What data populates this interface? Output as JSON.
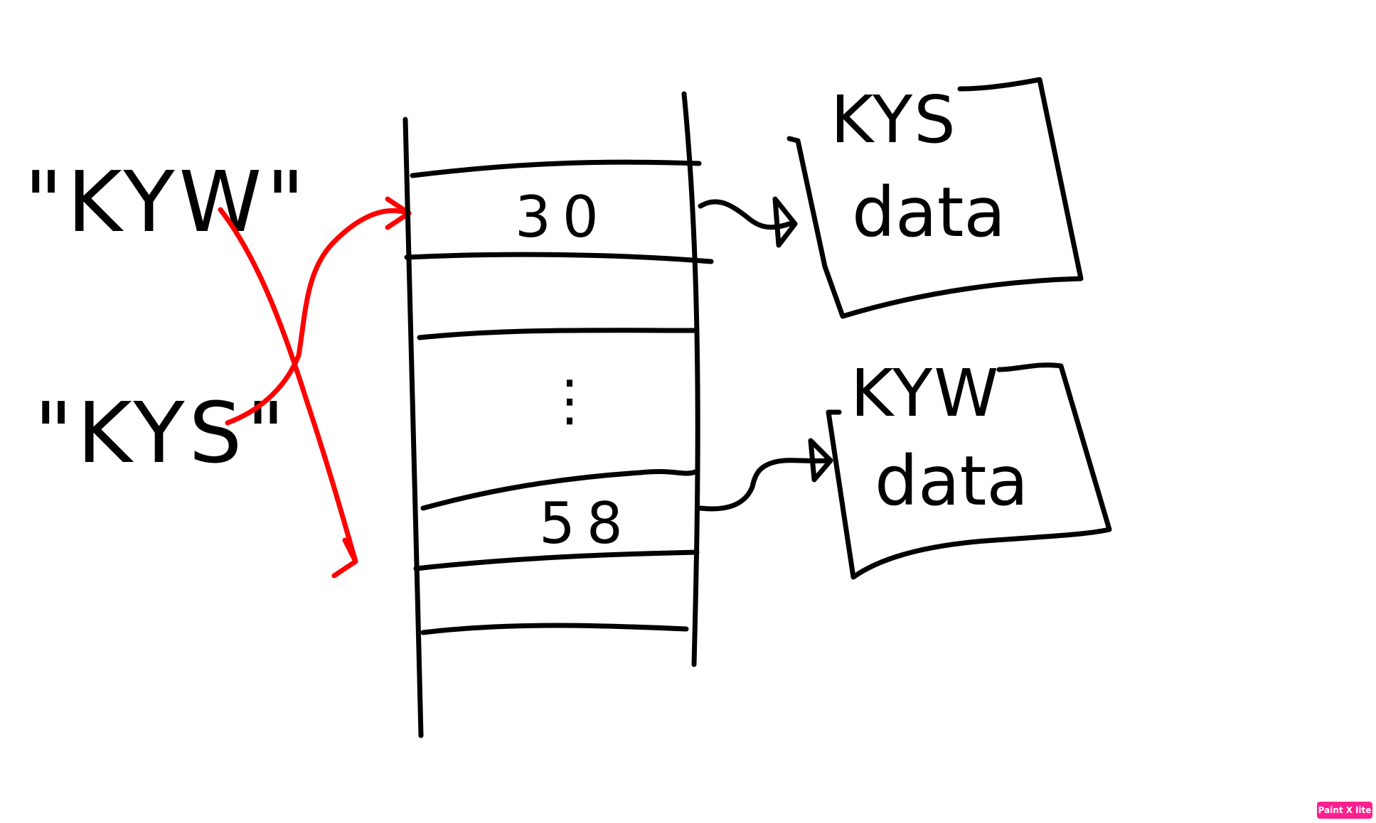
{
  "keys": {
    "kyw": "\"KYW\"",
    "kys": "\"KYS\""
  },
  "table": {
    "slot_top": "30",
    "slot_bottom": "58",
    "ellipsis": "⋮"
  },
  "records": {
    "kys": {
      "title": "KYS",
      "body": "data"
    },
    "kyw": {
      "title": "KYW",
      "body": "data"
    }
  },
  "watermark": "Paint X lite",
  "colors": {
    "ink": "#000000",
    "hash_arrow": "#ff0000",
    "watermark_bg": "#ff1f8f"
  }
}
